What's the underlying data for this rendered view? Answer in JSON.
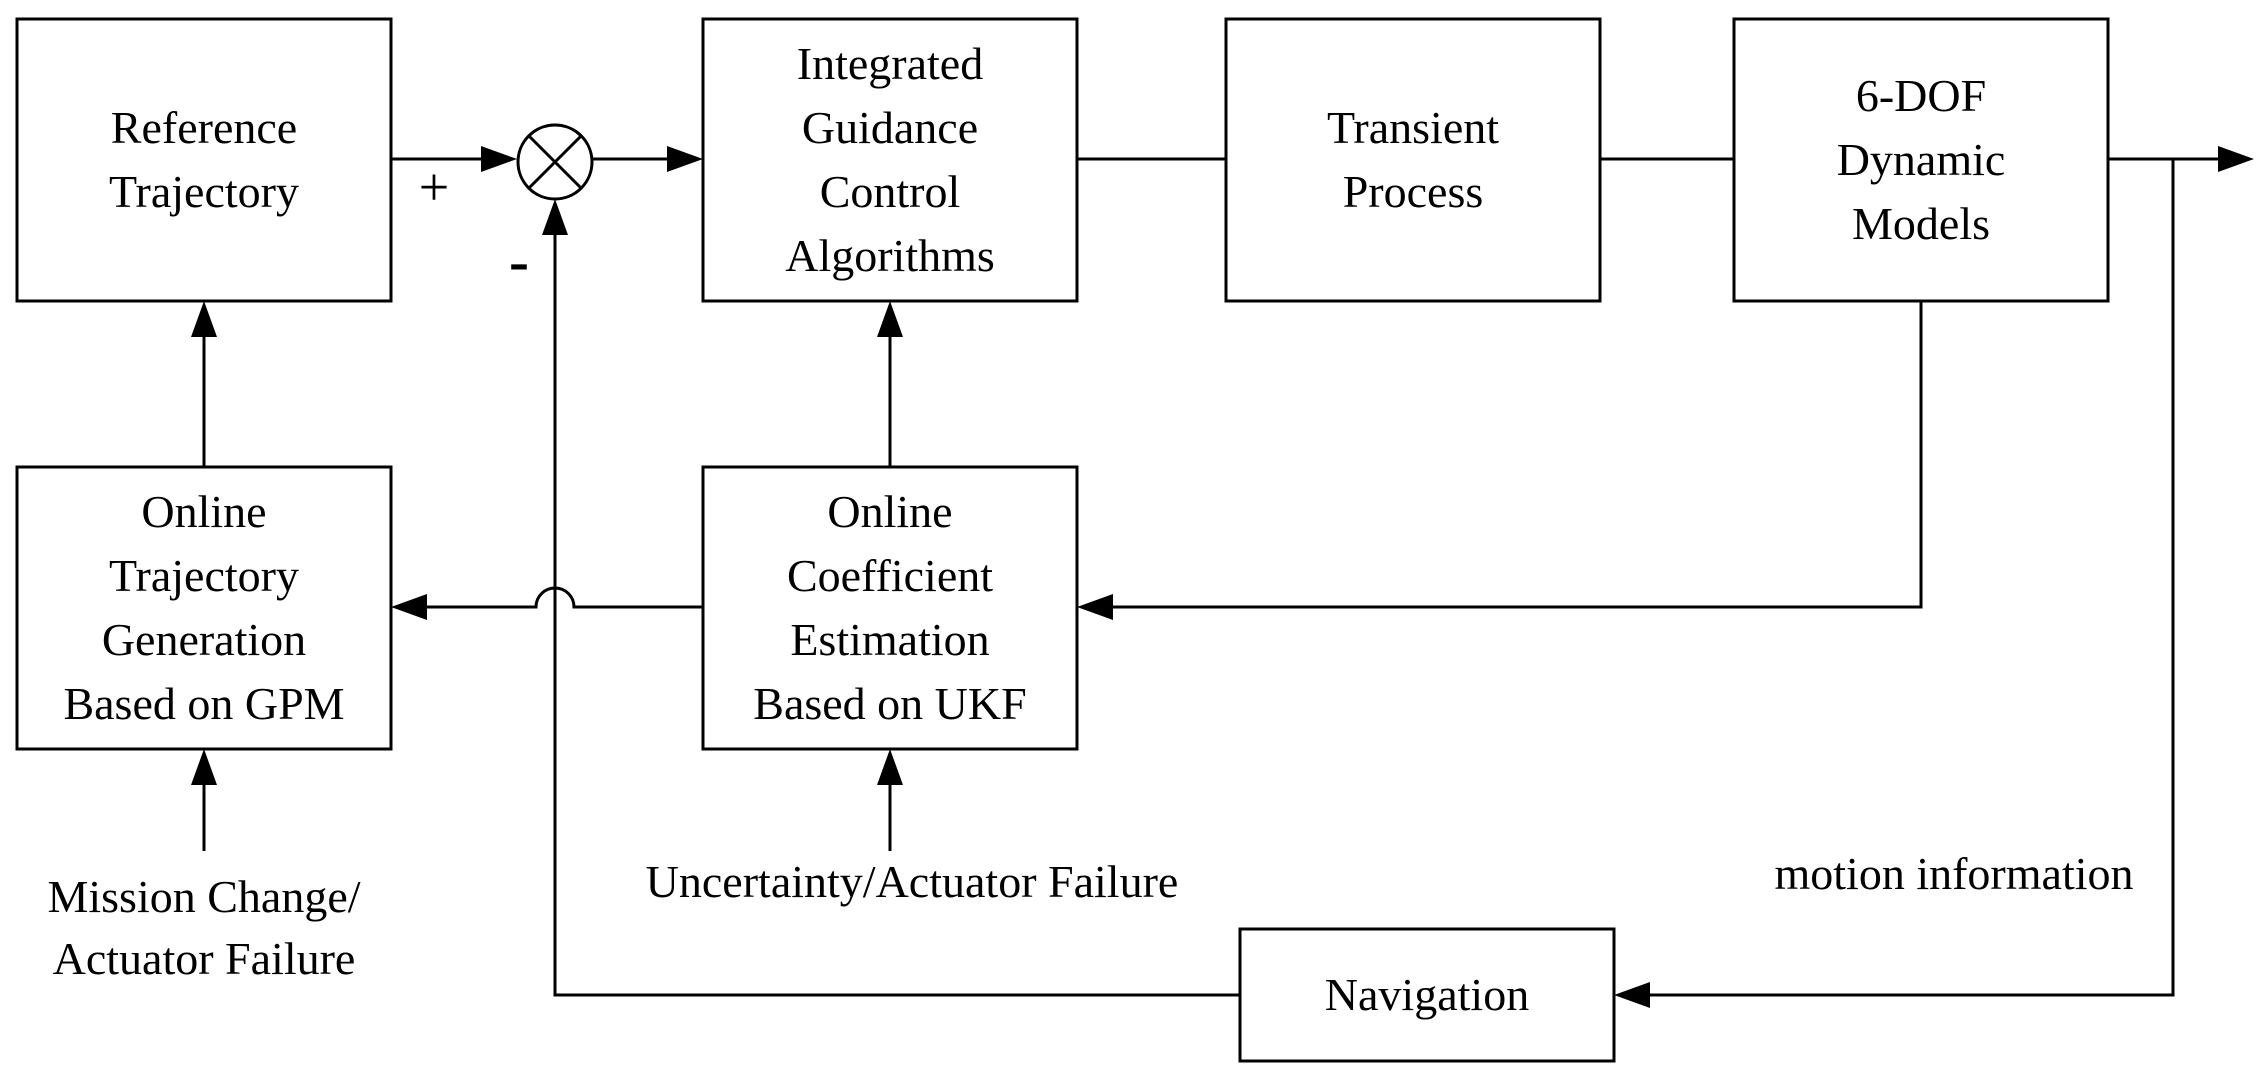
{
  "blocks": {
    "reference_trajectory": [
      "Reference",
      "Trajectory"
    ],
    "integrated_guidance": [
      "Integrated",
      "Guidance",
      "Control",
      "Algorithms"
    ],
    "transient_process": [
      "Transient",
      "Process"
    ],
    "dynamic_models": [
      "6-DOF",
      "Dynamic",
      "Models"
    ],
    "online_trajectory_generation": [
      "Online",
      "Trajectory",
      "Generation",
      "Based on GPM"
    ],
    "online_coefficient_estimation": [
      "Online",
      "Coefficient",
      "Estimation",
      "Based on UKF"
    ],
    "navigation": [
      "Navigation"
    ]
  },
  "signals": {
    "plus": "+",
    "minus": "-",
    "mission_change": [
      "Mission Change/",
      "Actuator Failure"
    ],
    "uncertainty": "Uncertainty/Actuator Failure",
    "motion_information": "motion information"
  }
}
